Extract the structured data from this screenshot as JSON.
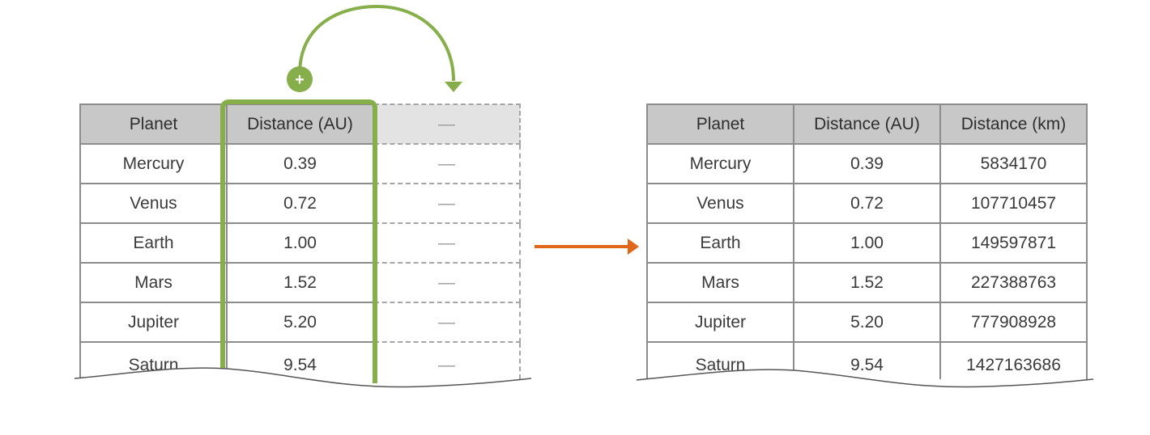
{
  "left_table": {
    "headers": [
      "Planet",
      "Distance (AU)",
      "—"
    ],
    "rows": [
      [
        "Mercury",
        "0.39",
        "—"
      ],
      [
        "Venus",
        "0.72",
        "—"
      ],
      [
        "Earth",
        "1.00",
        "—"
      ],
      [
        "Mars",
        "1.52",
        "—"
      ],
      [
        "Jupiter",
        "5.20",
        "—"
      ],
      [
        "Saturn",
        "9.54",
        "—"
      ]
    ]
  },
  "right_table": {
    "headers": [
      "Planet",
      "Distance (AU)",
      "Distance (km)"
    ],
    "rows": [
      [
        "Mercury",
        "0.39",
        "5834170"
      ],
      [
        "Venus",
        "0.72",
        "107710457"
      ],
      [
        "Earth",
        "1.00",
        "149597871"
      ],
      [
        "Mars",
        "1.52",
        "227388763"
      ],
      [
        "Jupiter",
        "5.20",
        "777908928"
      ],
      [
        "Saturn",
        "9.54",
        "1427163686"
      ]
    ]
  },
  "add_badge_symbol": "+",
  "colors": {
    "highlight_green": "#86ae4a",
    "arrow_orange": "#e0661c",
    "header_gray": "#c8c8c8",
    "grid_gray": "#8c8c8c"
  }
}
